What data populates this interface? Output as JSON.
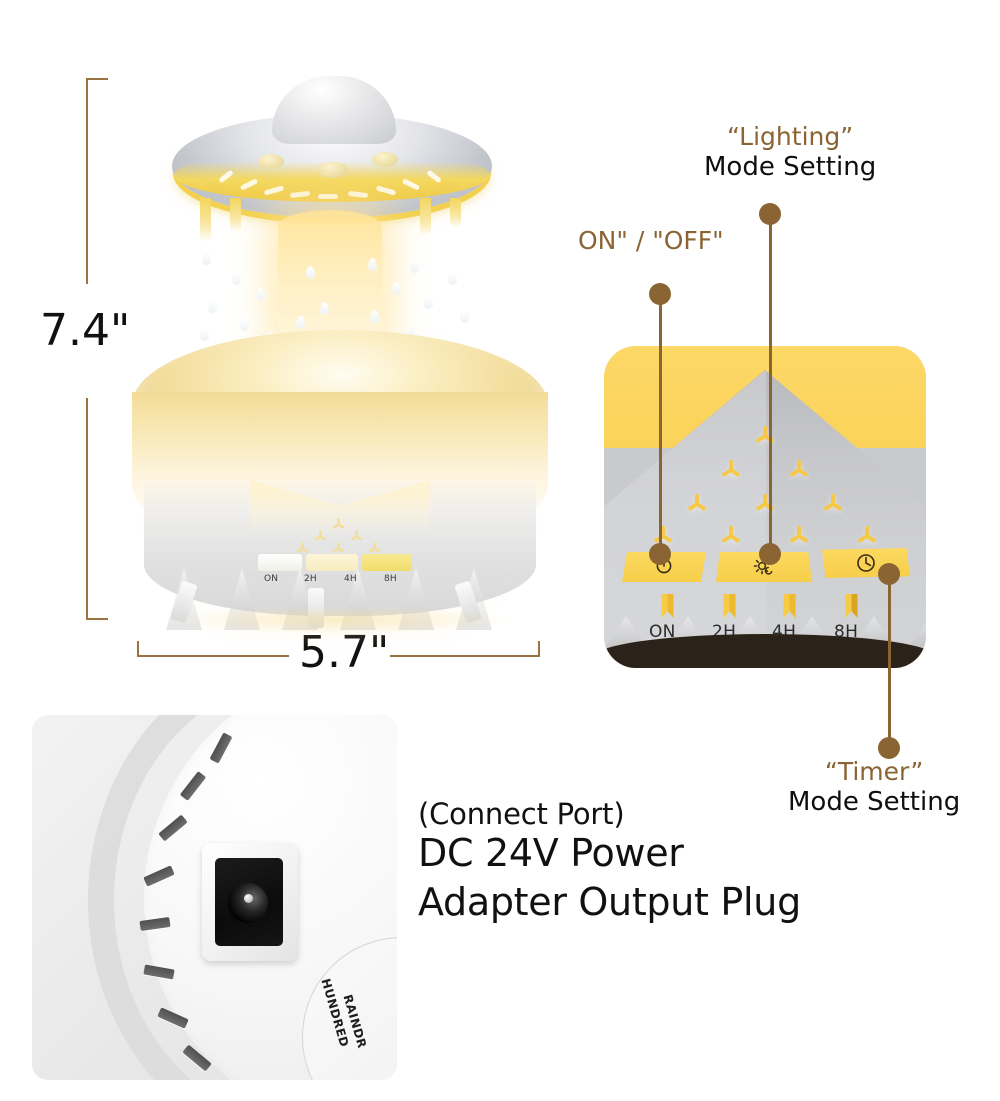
{
  "dimensions": {
    "height_label": "7.4\"",
    "width_label": "5.7\""
  },
  "callouts": {
    "power": {
      "quoted": "ON\" / \"OFF\"",
      "sub": ""
    },
    "lighting": {
      "quoted": "“Lighting”",
      "sub": "Mode Setting"
    },
    "timer": {
      "quoted": "“Timer”",
      "sub": "Mode Setting"
    }
  },
  "control_panel": {
    "buttons": [
      {
        "name": "power-button",
        "icon": "power-icon",
        "label": ""
      },
      {
        "name": "lighting-button",
        "icon": "brightness-icon",
        "label": ""
      },
      {
        "name": "timer-button",
        "icon": "clock-icon",
        "label": ""
      }
    ],
    "indicators": [
      {
        "label": "ON"
      },
      {
        "label": "2H"
      },
      {
        "label": "4H"
      },
      {
        "label": "8H"
      }
    ]
  },
  "hero": {
    "mini_indicators": [
      {
        "label": "ON"
      },
      {
        "label": "2H"
      },
      {
        "label": "4H"
      },
      {
        "label": "8H"
      }
    ]
  },
  "photo": {
    "brand_line_1": "HUNDRED",
    "brand_line_2": "RAINDR"
  },
  "caption": {
    "line1": "(Connect Port)",
    "line2": "DC 24V Power",
    "line3": "Adapter Output Plug"
  },
  "colors": {
    "accent_brown": "#8B6433",
    "accent_yellow": "#FBD35B",
    "panel_gray": "#C9CACD",
    "text_black": "#111111"
  }
}
